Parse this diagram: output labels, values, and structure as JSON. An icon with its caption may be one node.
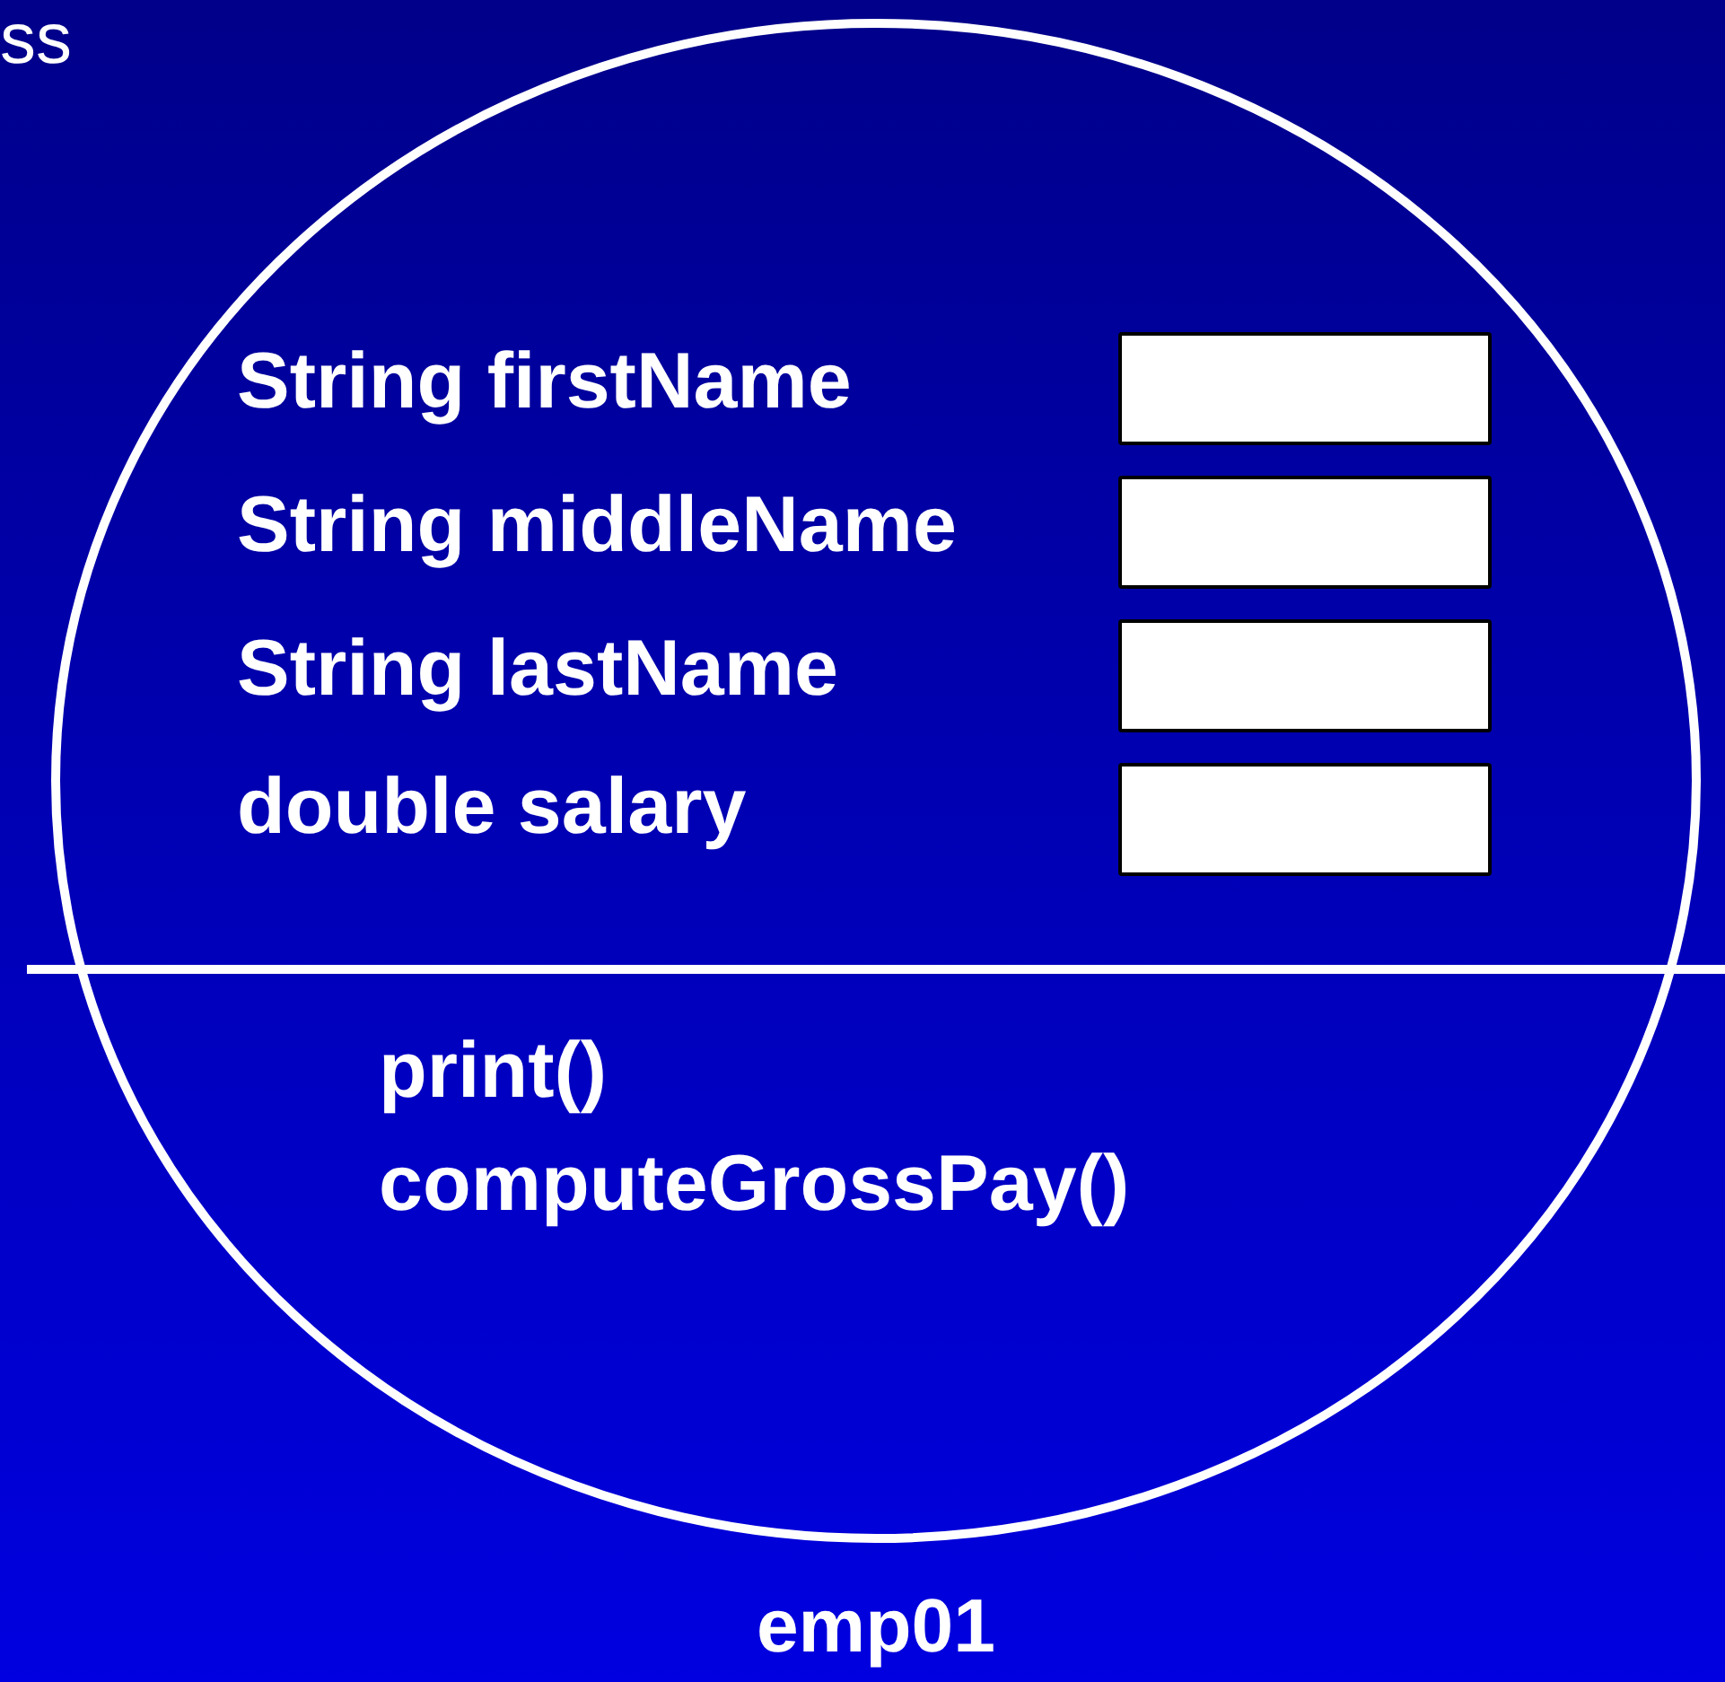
{
  "diagram": {
    "nodes": [
      {
        "text": [
          "String firstName",
          "String middleName",
          "String lastName",
          "double salary",
          "print()",
          "computeGrossPay()"
        ],
        "beside": [
          "emp01"
        ]
      },
      {
        "text": [],
        "shape": "box",
        "in": 0
      },
      {
        "text": [],
        "shape": "box",
        "in": 0
      },
      {
        "text": [],
        "shape": "box",
        "in": 0
      },
      {
        "text": [],
        "shape": "box",
        "in": 0
      }
    ],
    "labels": [
      "ss"
    ]
  }
}
